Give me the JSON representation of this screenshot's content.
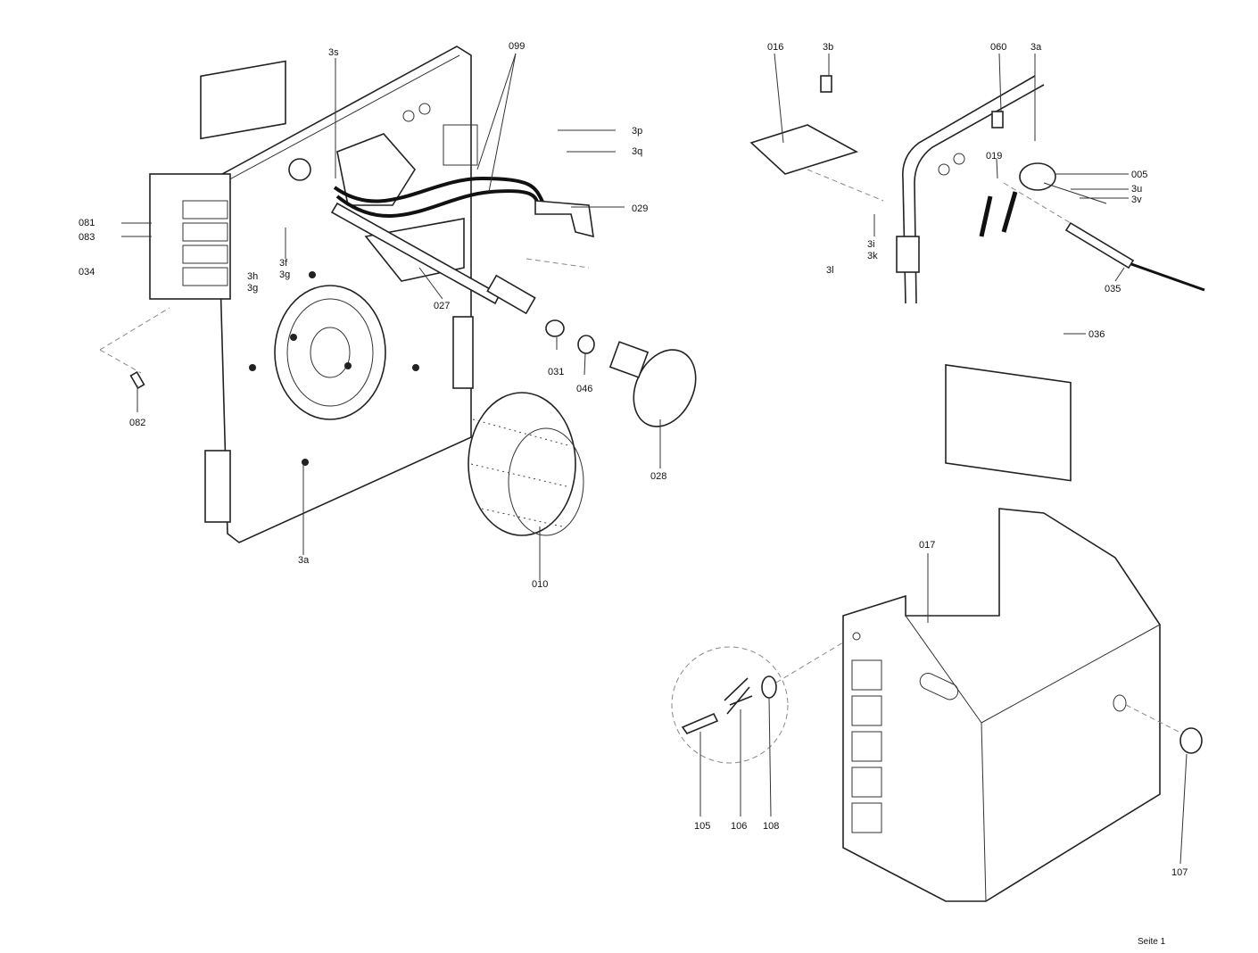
{
  "diagram": {
    "labels": [
      {
        "id": "3s",
        "text": "3s"
      },
      {
        "id": "099",
        "text": "099"
      },
      {
        "id": "3p",
        "text": "3p"
      },
      {
        "id": "3q",
        "text": "3q"
      },
      {
        "id": "029",
        "text": "029"
      },
      {
        "id": "081",
        "text": "081"
      },
      {
        "id": "083",
        "text": "083"
      },
      {
        "id": "034",
        "text": "034"
      },
      {
        "id": "3f",
        "text": "3f"
      },
      {
        "id": "3g_a",
        "text": "3g"
      },
      {
        "id": "3h",
        "text": "3h"
      },
      {
        "id": "3g_b",
        "text": "3g"
      },
      {
        "id": "027",
        "text": "027"
      },
      {
        "id": "031",
        "text": "031"
      },
      {
        "id": "046",
        "text": "046"
      },
      {
        "id": "028",
        "text": "028"
      },
      {
        "id": "082",
        "text": "082"
      },
      {
        "id": "3a_left",
        "text": "3a"
      },
      {
        "id": "010",
        "text": "010"
      },
      {
        "id": "016",
        "text": "016"
      },
      {
        "id": "3b",
        "text": "3b"
      },
      {
        "id": "060",
        "text": "060"
      },
      {
        "id": "3a_right",
        "text": "3a"
      },
      {
        "id": "019",
        "text": "019"
      },
      {
        "id": "005",
        "text": "005"
      },
      {
        "id": "3u",
        "text": "3u"
      },
      {
        "id": "3v",
        "text": "3v"
      },
      {
        "id": "3i",
        "text": "3i"
      },
      {
        "id": "3k",
        "text": "3k"
      },
      {
        "id": "3l",
        "text": "3l"
      },
      {
        "id": "035",
        "text": "035"
      },
      {
        "id": "036",
        "text": "036"
      },
      {
        "id": "017",
        "text": "017"
      },
      {
        "id": "105",
        "text": "105"
      },
      {
        "id": "106",
        "text": "106"
      },
      {
        "id": "108",
        "text": "108"
      },
      {
        "id": "107",
        "text": "107"
      }
    ],
    "footer": "Seite 1"
  }
}
